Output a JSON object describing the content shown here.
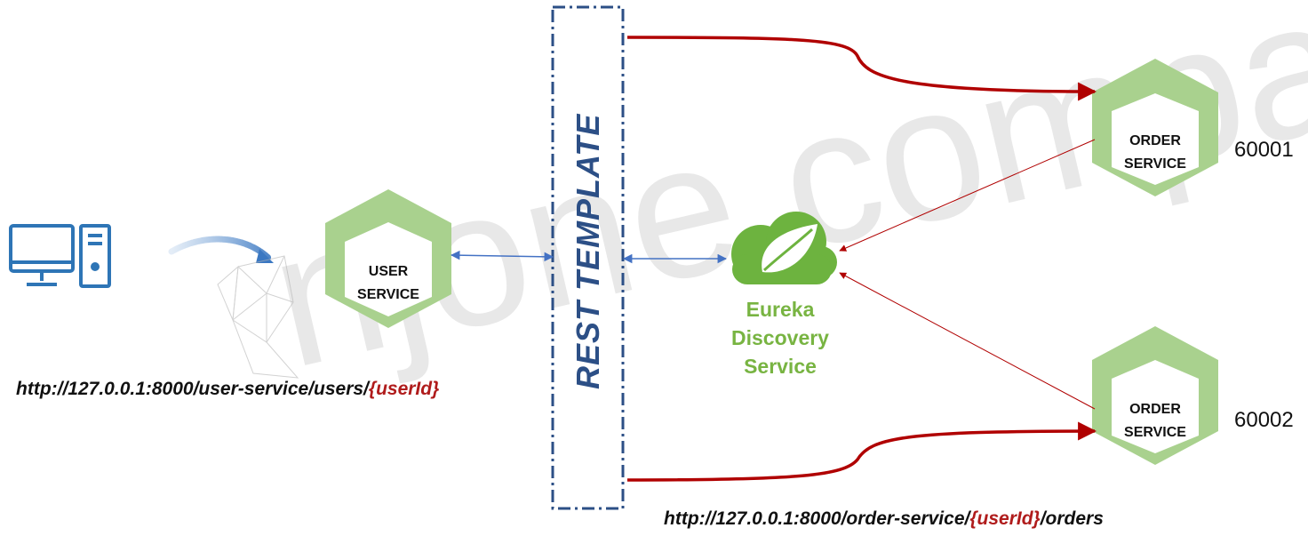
{
  "nodes": {
    "user_service": {
      "line1": "USER",
      "line2": "SERVICE"
    },
    "order_service_1": {
      "line1": "ORDER",
      "line2": "SERVICE",
      "port": "60001"
    },
    "order_service_2": {
      "line1": "ORDER",
      "line2": "SERVICE",
      "port": "60002"
    },
    "eureka": {
      "line1": "Eureka",
      "line2": "Discovery",
      "line3": "Service"
    },
    "rest_template": {
      "label": "REST  TEMPLATE"
    }
  },
  "urls": {
    "user": {
      "prefix": "http://127.0.0.1:8000/user-service/users/",
      "param": "{userId}",
      "suffix": ""
    },
    "order": {
      "prefix": "http://127.0.0.1:8000/order-service/",
      "param": "{userId}",
      "suffix": "/orders"
    }
  },
  "watermark": "njone company",
  "colors": {
    "hex_green": "#a9d18e",
    "hex_inner": "#ffffff",
    "eureka_green": "#78b442",
    "rest_blue": "#2c4f86",
    "arrow_red": "#b00000",
    "arrow_blue": "#4472c4",
    "param_red": "#b01c1c",
    "computer_blue": "#2e75b6"
  },
  "icons": {
    "computer": "desktop-computer-icon",
    "eureka_logo": "spring-leaf-cloud-icon"
  }
}
